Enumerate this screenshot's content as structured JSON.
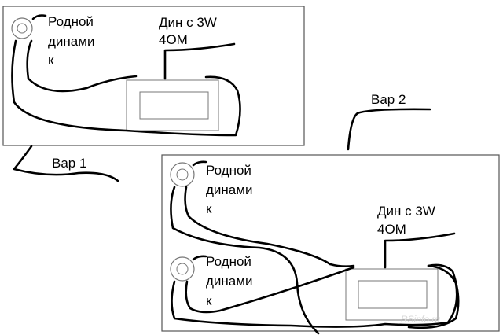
{
  "variant1": {
    "label": "Вар 1",
    "speaker": {
      "lines": [
        "Родной",
        "динами",
        "к"
      ]
    },
    "device": {
      "lines": [
        "Дин с 3W",
        "4ОМ"
      ]
    }
  },
  "variant2": {
    "label": "Вар 2",
    "speakers": [
      {
        "lines": [
          "Родной",
          "динами",
          "к"
        ]
      },
      {
        "lines": [
          "Родной",
          "динами",
          "к"
        ]
      }
    ],
    "device": {
      "lines": [
        "Дин с 3W",
        "4ОМ"
      ]
    }
  },
  "watermark": "RSinfo.ru"
}
